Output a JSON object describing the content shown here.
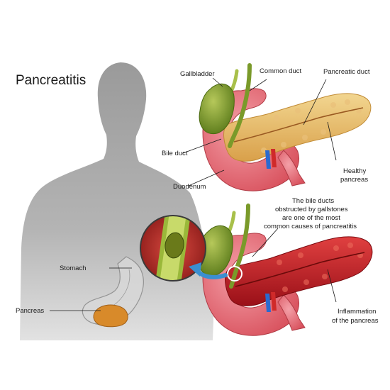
{
  "title": "Pancreatitis",
  "labels": {
    "gallbladder": "Gallbladder",
    "common_duct": "Common duct",
    "pancreatic_duct": "Pancreatic duct",
    "bile_duct": "Bile duct",
    "healthy_1": "Healthy",
    "healthy_2": "pancreas",
    "duodenum": "Duodenum",
    "obstruction_1": "The bile ducts",
    "obstruction_2": "obstructed by gallstones",
    "obstruction_3": "are one of the most",
    "obstruction_4": "common causes of pancreatitis",
    "stomach": "Stomach",
    "pancreas": "Pancreas",
    "inflammation_1": "Inflammation",
    "inflammation_2": "of the pancreas"
  },
  "colors": {
    "silhouette": "#a6a6a6",
    "duodenum": "#e8707a",
    "pancreas_healthy": "#e8c07a",
    "pancreas_inflamed": "#c0202a",
    "gallbladder": "#7a9a2a",
    "arrow": "#3a8fd0"
  }
}
